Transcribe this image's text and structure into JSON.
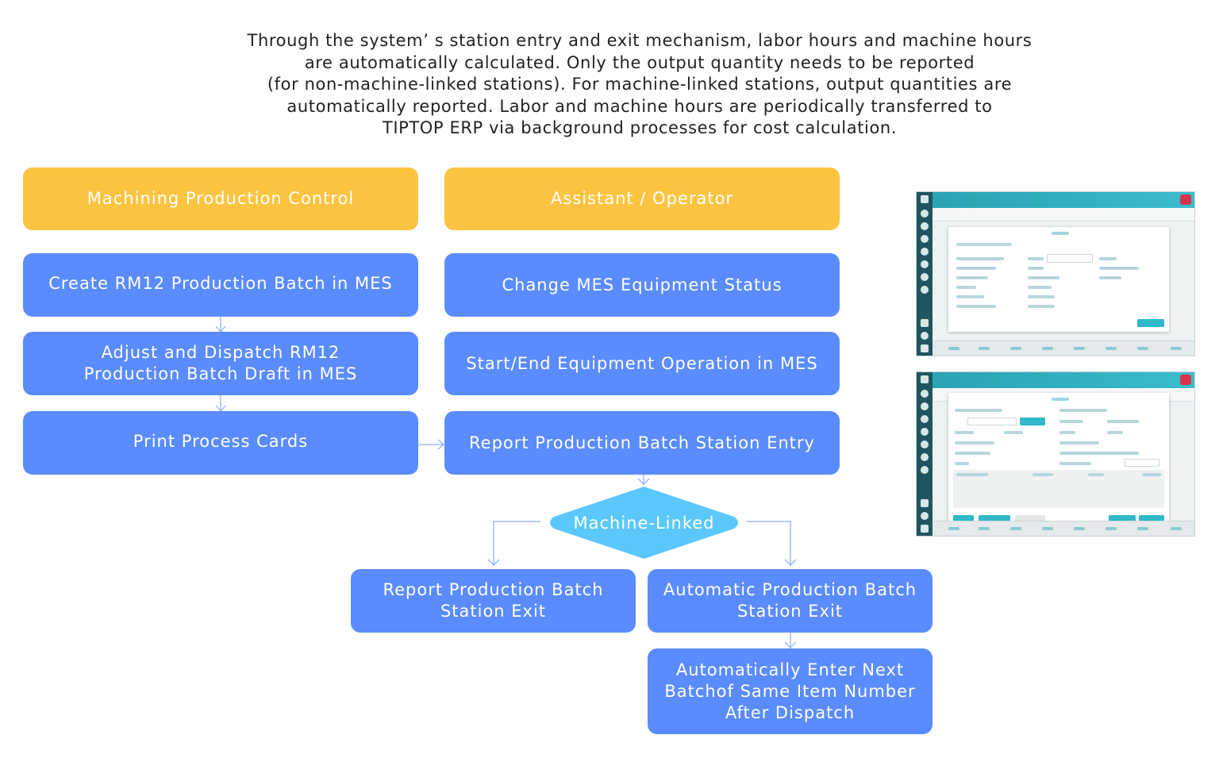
{
  "intro": {
    "lines": [
      "Through the system’ s station entry and exit mechanism, labor hours and machine hours",
      "are automatically calculated. Only the output quantity needs to be reported",
      "(for non-machine-linked stations). For machine-linked stations, output quantities are",
      "automatically reported. Labor and machine hours are periodically transferred to",
      "TIPTOP ERP via background processes for cost calculation."
    ]
  },
  "lanes": {
    "left_header": "Machining Production Control",
    "right_header": "Assistant / Operator"
  },
  "left_steps": [
    "Create RM12 Production Batch in MES",
    "Adjust and Dispatch RM12 Production Batch Draft in MES",
    "Print Process Cards"
  ],
  "right_steps": [
    "Change MES Equipment Status",
    "Start/End Equipment Operation in MES",
    "Report Production Batch Station Entry"
  ],
  "decision": {
    "label": "Machine-Linked"
  },
  "branches": {
    "left": "Report Production Batch Station Exit",
    "right": "Automatic Production Batch Station Exit",
    "right_next": "Automatically Enter Next Batchof Same Item Number After Dispatch"
  },
  "colors": {
    "header": "#fdc441",
    "step": "#5b8cff",
    "decision": "#5bc8fc",
    "connector": "#8fb0ff"
  },
  "screenshots": [
    {
      "name": "station-entry-dialog-screenshot"
    },
    {
      "name": "station-exit-dialog-screenshot"
    }
  ]
}
